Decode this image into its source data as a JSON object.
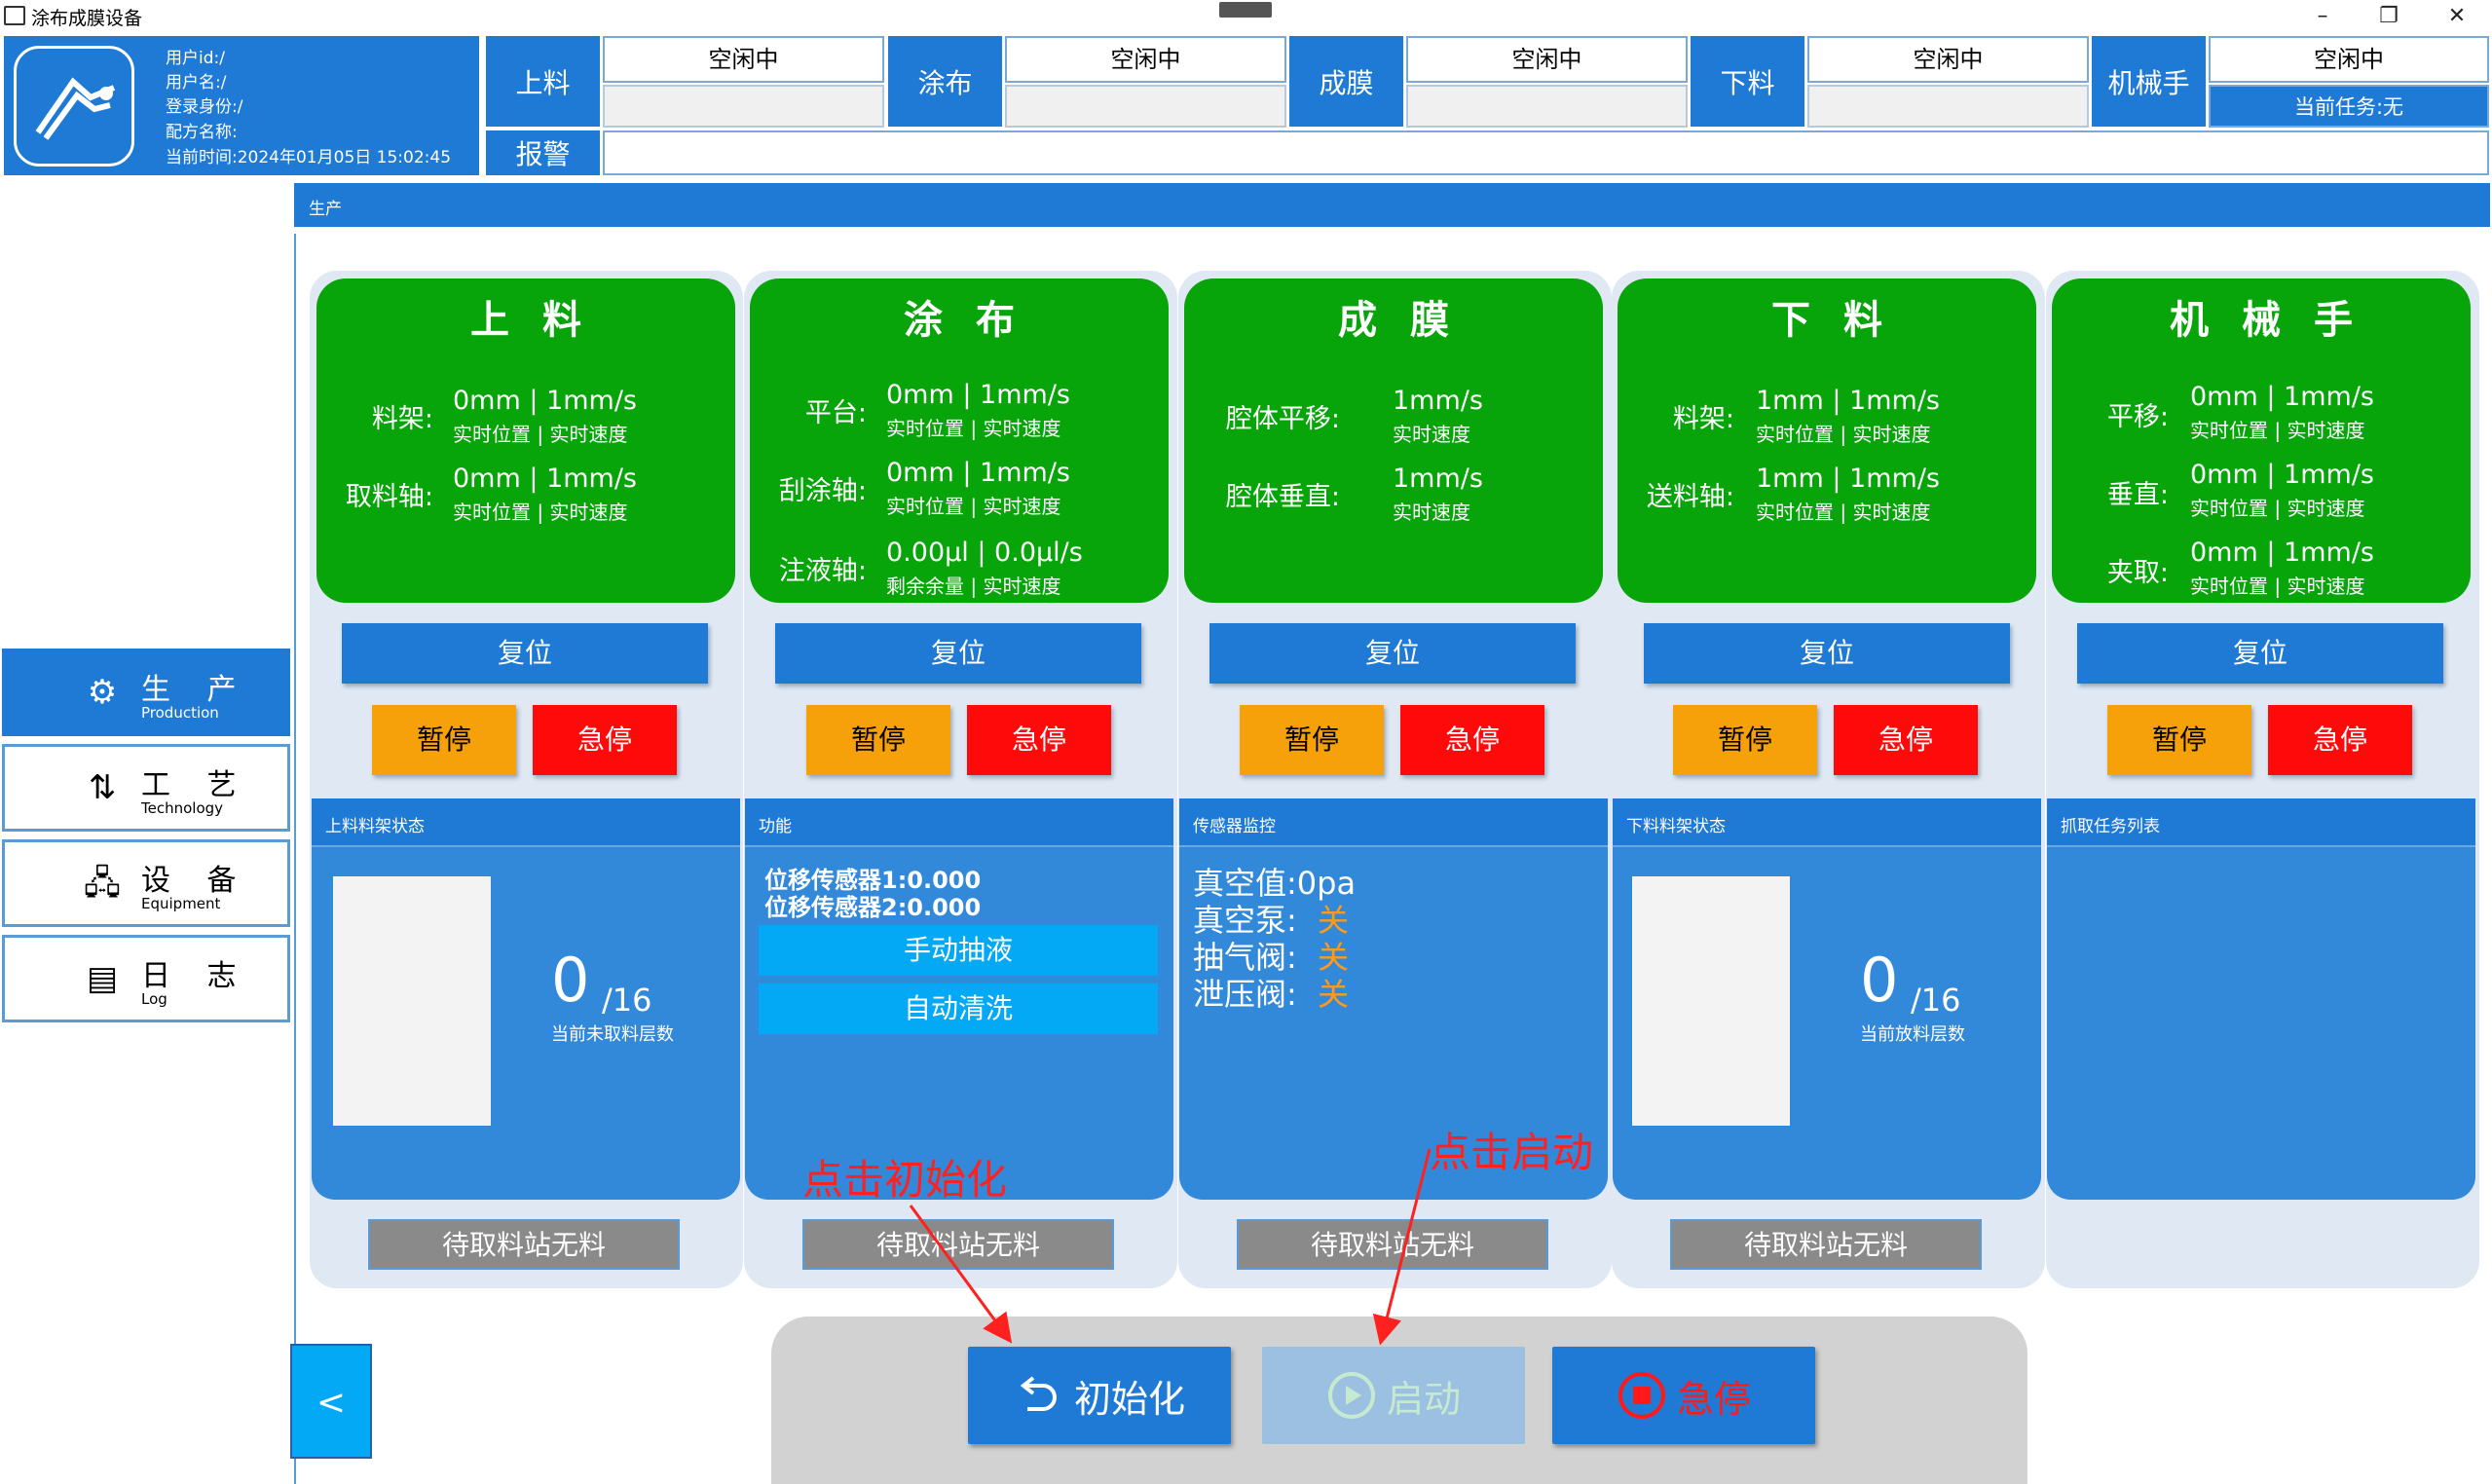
{
  "window": {
    "title": "涂布成膜设备",
    "minimize": "–",
    "restore": "❐",
    "close": "✕"
  },
  "user": {
    "id_label": "用户id:/",
    "name_label": "用户名:/",
    "role_label": "登录身份:/",
    "recipe_label": "配方名称:",
    "time_label": "当前时间:2024年01月05日 15:02:45"
  },
  "status": {
    "stations": [
      {
        "label": "上料",
        "value": "空闲中"
      },
      {
        "label": "涂布",
        "value": "空闲中"
      },
      {
        "label": "成膜",
        "value": "空闲中"
      },
      {
        "label": "下料",
        "value": "空闲中"
      },
      {
        "label": "机械手",
        "value": "空闲中",
        "sub": "当前任务:无"
      }
    ],
    "alarm_label": "报警"
  },
  "nav": [
    {
      "title": "生 产",
      "sub": "Production",
      "icon": "⚙"
    },
    {
      "title": "工 艺",
      "sub": "Technology",
      "icon": "⇅"
    },
    {
      "title": "设 备",
      "sub": "Equipment",
      "icon": "🖧"
    },
    {
      "title": "日 志",
      "sub": "Log",
      "icon": "▤"
    }
  ],
  "section_title": "生产",
  "modules": [
    {
      "title": "上料",
      "rows": [
        {
          "label": "料架:",
          "value": "0mm | 1mm/s",
          "sub": "实时位置 | 实时速度"
        },
        {
          "label": "取料轴:",
          "value": "0mm | 1mm/s",
          "sub": "实时位置 | 实时速度"
        }
      ]
    },
    {
      "title": "涂布",
      "rows": [
        {
          "label": "平台:",
          "value": "0mm | 1mm/s",
          "sub": "实时位置 | 实时速度"
        },
        {
          "label": "刮涂轴:",
          "value": "0mm | 1mm/s",
          "sub": "实时位置 | 实时速度"
        },
        {
          "label": "注液轴:",
          "value": "0.00μl | 0.0μl/s",
          "sub": "剩余余量 | 实时速度"
        }
      ]
    },
    {
      "title": "成膜",
      "rows": [
        {
          "label": "腔体平移:",
          "value": "1mm/s",
          "sub": "实时速度"
        },
        {
          "label": "腔体垂直:",
          "value": "1mm/s",
          "sub": "实时速度"
        }
      ]
    },
    {
      "title": "下料",
      "rows": [
        {
          "label": "料架:",
          "value": "1mm | 1mm/s",
          "sub": "实时位置 | 实时速度"
        },
        {
          "label": "送料轴:",
          "value": "1mm | 1mm/s",
          "sub": "实时位置 | 实时速度"
        }
      ]
    },
    {
      "title": "机械手",
      "rows": [
        {
          "label": "平移:",
          "value": "0mm | 1mm/s",
          "sub": "实时位置 | 实时速度"
        },
        {
          "label": "垂直:",
          "value": "0mm | 1mm/s",
          "sub": "实时位置 | 实时速度"
        },
        {
          "label": "夹取:",
          "value": "0mm | 1mm/s",
          "sub": "实时位置 | 实时速度"
        }
      ]
    }
  ],
  "buttons": {
    "reset": "复位",
    "pause": "暂停",
    "estop": "急停"
  },
  "panels": {
    "loading": {
      "header": "上料料架状态",
      "count": "0",
      "total": "/16",
      "caption": "当前未取料层数"
    },
    "function": {
      "header": "功能",
      "sensor1": "位移传感器1:0.000",
      "sensor2": "位移传感器2:0.000",
      "btn_pump": "手动抽液",
      "btn_clean": "自动清洗"
    },
    "sensor": {
      "header": "传感器监控",
      "vacuum": "真空值:0pa",
      "pump_label": "真空泵:",
      "pump_value": "关",
      "exhaust_label": "抽气阀:",
      "exhaust_value": "关",
      "relief_label": "泄压阀:",
      "relief_value": "关"
    },
    "unloading": {
      "header": "下料料架状态",
      "count": "0",
      "total": "/16",
      "caption": "当前放料层数"
    },
    "tasks": {
      "header": "抓取任务列表"
    }
  },
  "station_wait": "待取料站无料",
  "controls": {
    "init": "初始化",
    "start": "启动",
    "estop": "急停"
  },
  "back": "<",
  "annotations": {
    "init": "点击初始化",
    "start": "点击启动"
  },
  "colors": {
    "blue": "#1f7ad6",
    "green": "#07a40a",
    "orange": "#f7a10a",
    "red": "#ff0a0a",
    "cyan": "#03a9f4"
  }
}
